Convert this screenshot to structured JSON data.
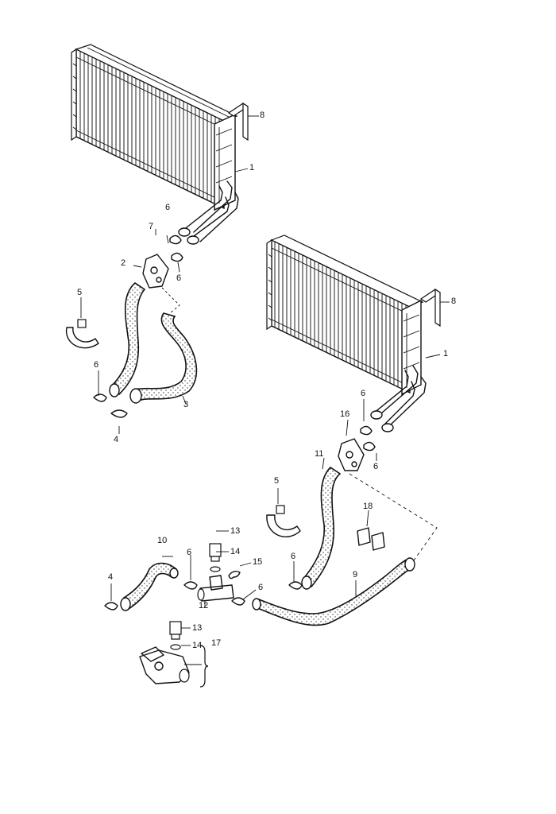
{
  "callouts": {
    "c1": "8",
    "c2": "1",
    "c3": "6",
    "c4": "7",
    "c5": "2",
    "c6": "6",
    "c7": "5",
    "c8": "6",
    "c9": "4",
    "c10": "3",
    "c11": "8",
    "c12": "1",
    "c13": "6",
    "c14": "16",
    "c15": "11",
    "c16": "6",
    "c17": "5",
    "c18": "18",
    "c19": "9",
    "c20": "6",
    "c21": "13",
    "c22": "14",
    "c23": "10",
    "c24": "6",
    "c25": "15",
    "c26": "4",
    "c27": "12",
    "c28": "6",
    "c29": "13",
    "c30": "14",
    "c31": "17"
  }
}
